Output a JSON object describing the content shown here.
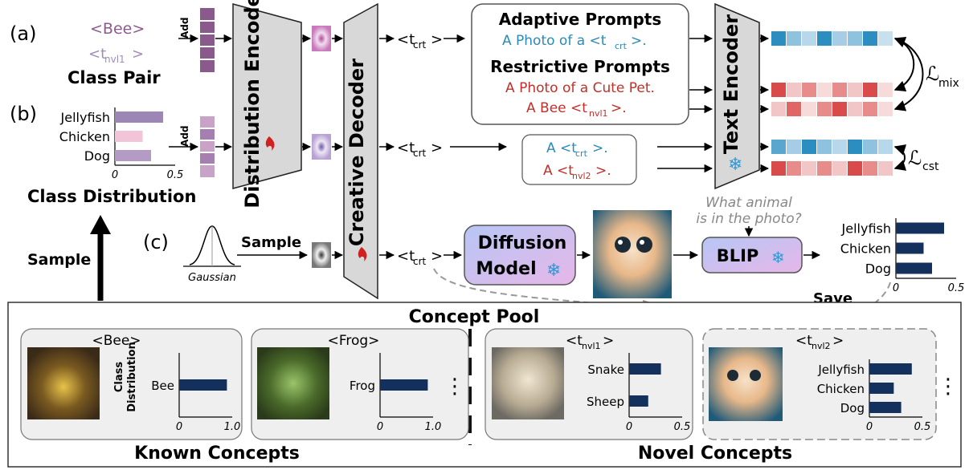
{
  "labels": {
    "a": "(a)",
    "b": "(b)",
    "c": "(c)",
    "add": "Add",
    "bee_token": "<Bee>",
    "nvl1_token": "<t",
    "nvl1_sub": "nvl1",
    "class_pair": "Class Pair",
    "class_distribution": "Class Distribution",
    "sample_left": "Sample",
    "sample": "Sample",
    "gaussian": "Gaussian",
    "distribution_encoder": "Distribution Encoder",
    "creative_decoder": "Creative Decoder",
    "text_encoder": "Text Encoder",
    "tcrt": "<t",
    "tcrt_sub": "crt",
    "adaptive_title": "Adaptive Prompts",
    "adaptive_text": "A Photo of a <t",
    "adaptive_sub": "crt",
    "adaptive_end": ">.",
    "restrictive_title": "Restrictive Prompts",
    "restrictive_text1": "A Photo of a Cute Pet.",
    "restrictive_text2": "A Bee <t",
    "restrictive_sub": "nvl1",
    "restrictive_end": ">.",
    "cst_prompt1": "A <t",
    "cst_prompt1_sub": "crt",
    "cst_prompt1_end": ">.",
    "cst_prompt2": "A <t",
    "cst_prompt2_sub": "nvl2",
    "cst_prompt2_end": ">.",
    "loss_mix": "ℒ",
    "loss_mix_sub": "mix",
    "loss_cst": "ℒ",
    "loss_cst_sub": "cst",
    "diffusion_model": "Diffusion Model",
    "diffusion_line1": "Diffusion",
    "diffusion_line2": "Model",
    "blip": "BLIP",
    "question_line1": "What animal",
    "question_line2": "is in the photo?",
    "save": "Save",
    "concept_pool": "Concept Pool",
    "known_concepts": "Known Concepts",
    "novel_concepts": "Novel Concepts",
    "class_dist_vertical1": "Class",
    "class_dist_vertical2": "Distribution",
    "ellipsis": "⋮"
  },
  "top_dist_chart": {
    "categories": [
      "Jellyfish",
      "Chicken",
      "Dog"
    ],
    "values": [
      0.4,
      0.23,
      0.3
    ],
    "ticks": [
      "0",
      "0.5"
    ]
  },
  "blip_chart": {
    "categories": [
      "Jellyfish",
      "Chicken",
      "Dog"
    ],
    "values": [
      0.4,
      0.23,
      0.3
    ],
    "ticks": [
      "0",
      "0.5"
    ]
  },
  "pool": {
    "bee": {
      "title": "<Bee>",
      "categories": [
        "Bee"
      ],
      "values": [
        0.9
      ],
      "ticks": [
        "0",
        "1.0"
      ]
    },
    "frog": {
      "title": "<Frog>",
      "categories": [
        "Frog"
      ],
      "values": [
        0.9
      ],
      "ticks": [
        "0",
        "1.0"
      ]
    },
    "nvl1": {
      "title": "<t",
      "sub": "nvl1",
      "end": ">",
      "categories": [
        "Snake",
        "Sheep"
      ],
      "values": [
        0.3,
        0.18
      ],
      "ticks": [
        "0",
        "0.5"
      ]
    },
    "nvl2": {
      "title": "<t",
      "sub": "nvl2",
      "end": ">",
      "categories": [
        "Jellyfish",
        "Chicken",
        "Dog"
      ],
      "values": [
        0.4,
        0.23,
        0.3
      ],
      "ticks": [
        "0",
        "0.5"
      ]
    }
  },
  "colors": {
    "purple": "#8b5a8c",
    "purple_light": "#a08cb8",
    "blue": "#2a8ab8",
    "red": "#c0302a",
    "navy": "#13315c",
    "snow": "#2a9ad8"
  }
}
